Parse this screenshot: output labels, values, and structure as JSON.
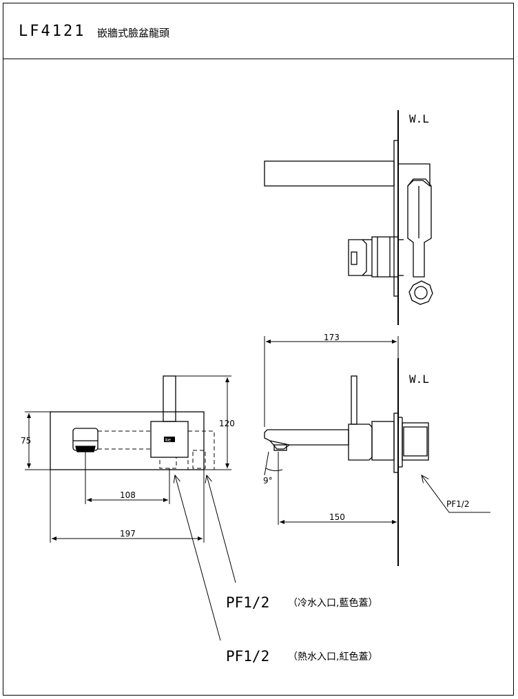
{
  "title": {
    "model_code": "LF4121",
    "product_name": "嵌牆式臉盆龍頭"
  },
  "labels": {
    "wall_level_top": "W.L",
    "wall_level_bottom": "W.L",
    "pipe_thread_side": "PF1/2",
    "cold_inlet_code": "PF1/2",
    "cold_inlet_note": "（冷水入口,藍色蓋）",
    "hot_inlet_code": "PF1/2",
    "hot_inlet_note": "（熱水入口,紅色蓋）",
    "brand_mark": "ke"
  },
  "dimensions": {
    "overall_height": "120",
    "plate_height": "75",
    "spout_to_handle": "108",
    "plate_width": "197",
    "spout_projection": "173",
    "spout_outlet_offset": "150",
    "spout_angle": "9°"
  }
}
